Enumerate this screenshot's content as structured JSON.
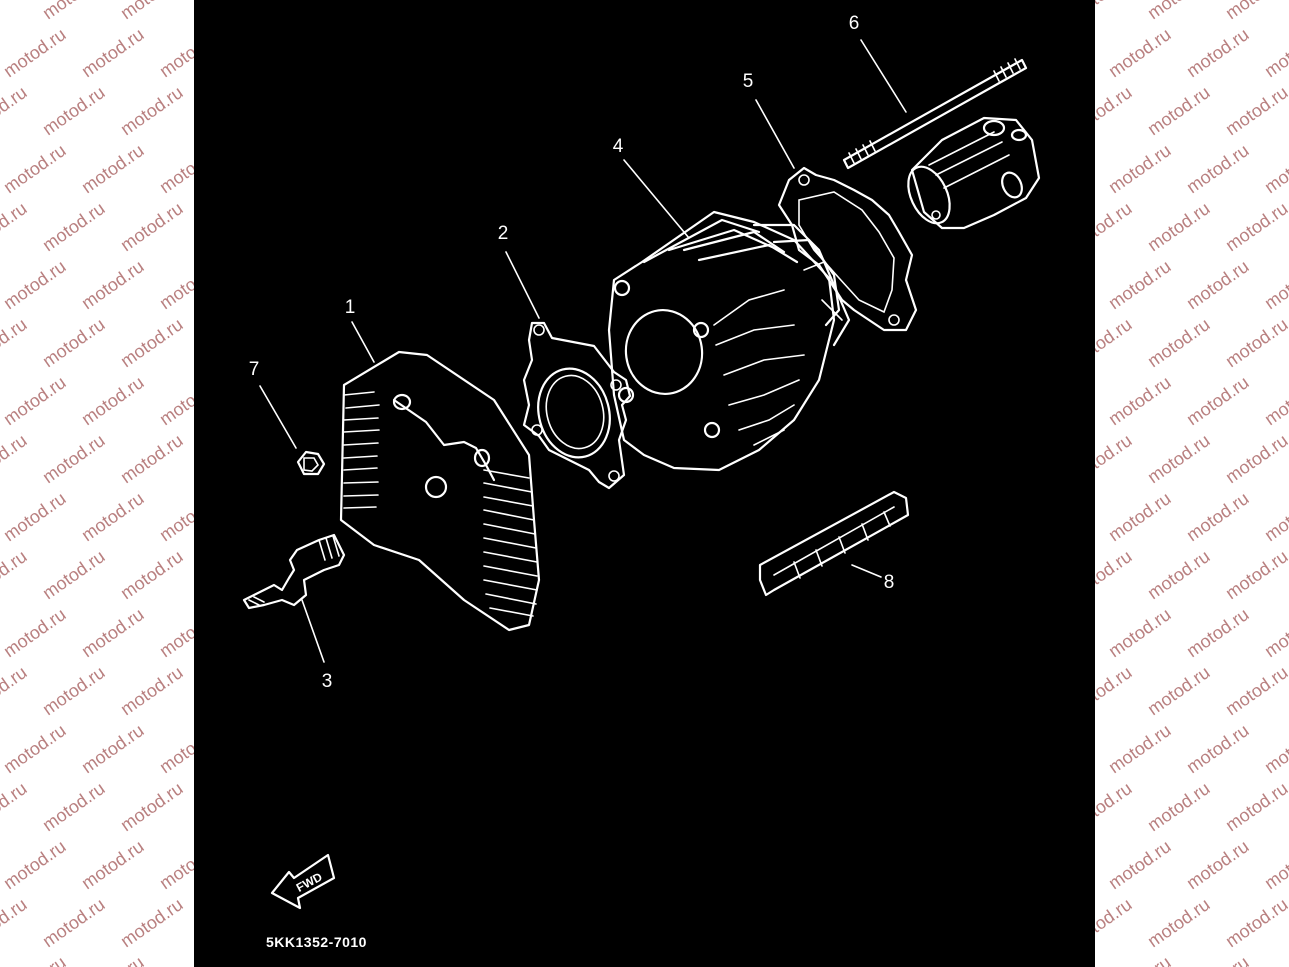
{
  "watermark": {
    "text": "motod.ru",
    "color": "#b98080"
  },
  "diagram_code": "5KK1352-7010",
  "fwd_label": "FWD",
  "callouts": {
    "c1": "1",
    "c2": "2",
    "c3": "3",
    "c4": "4",
    "c5": "5",
    "c6": "6",
    "c7": "7",
    "c8": "8"
  },
  "colors": {
    "panel": "#000000",
    "line": "#ffffff",
    "margin": "#ffffff"
  }
}
